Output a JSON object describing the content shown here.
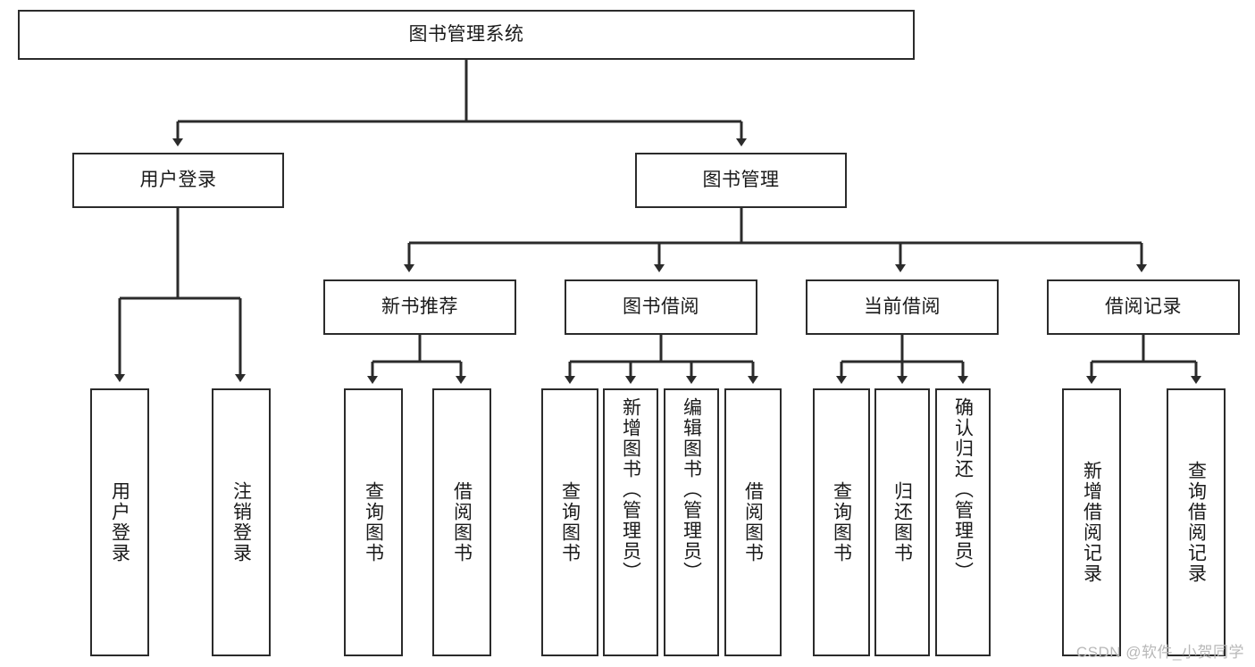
{
  "diagram": {
    "title": "图书管理系统",
    "type": "hierarchy-tree",
    "root": {
      "id": "root",
      "label": "图书管理系统"
    },
    "level2": [
      {
        "id": "user-login",
        "label": "用户登录"
      },
      {
        "id": "book-manage",
        "label": "图书管理"
      }
    ],
    "level3": [
      {
        "id": "new-book-rec",
        "label": "新书推荐",
        "parent": "book-manage"
      },
      {
        "id": "book-borrow",
        "label": "图书借阅",
        "parent": "book-manage"
      },
      {
        "id": "current-borrow",
        "label": "当前借阅",
        "parent": "book-manage"
      },
      {
        "id": "borrow-record",
        "label": "借阅记录",
        "parent": "book-manage"
      }
    ],
    "leaves": [
      {
        "id": "leaf-user-login",
        "label": "用户登录",
        "parent": "user-login"
      },
      {
        "id": "leaf-logout",
        "label": "注销登录",
        "parent": "user-login"
      },
      {
        "id": "leaf-query-book-1",
        "label": "查询图书",
        "parent": "new-book-rec"
      },
      {
        "id": "leaf-borrow-book-1",
        "label": "借阅图书",
        "parent": "new-book-rec"
      },
      {
        "id": "leaf-query-book-2",
        "label": "查询图书",
        "parent": "book-borrow"
      },
      {
        "id": "leaf-add-book",
        "label": "新增图书（管理员）",
        "parent": "book-borrow"
      },
      {
        "id": "leaf-edit-book",
        "label": "编辑图书（管理员）",
        "parent": "book-borrow"
      },
      {
        "id": "leaf-borrow-book-2",
        "label": "借阅图书",
        "parent": "book-borrow"
      },
      {
        "id": "leaf-query-book-3",
        "label": "查询图书",
        "parent": "current-borrow"
      },
      {
        "id": "leaf-return-book",
        "label": "归还图书",
        "parent": "current-borrow"
      },
      {
        "id": "leaf-confirm-return",
        "label": "确认归还（管理员）",
        "parent": "current-borrow"
      },
      {
        "id": "leaf-add-record",
        "label": "新增借阅记录",
        "parent": "borrow-record"
      },
      {
        "id": "leaf-query-record",
        "label": "查询借阅记录",
        "parent": "borrow-record"
      }
    ]
  },
  "watermark": {
    "text": "CSDN @软件_小贺同学"
  },
  "colors": {
    "stroke": "#2b2b2b",
    "background": "#ffffff",
    "text": "#1a1a1a",
    "watermark": "#b8b8b8"
  }
}
